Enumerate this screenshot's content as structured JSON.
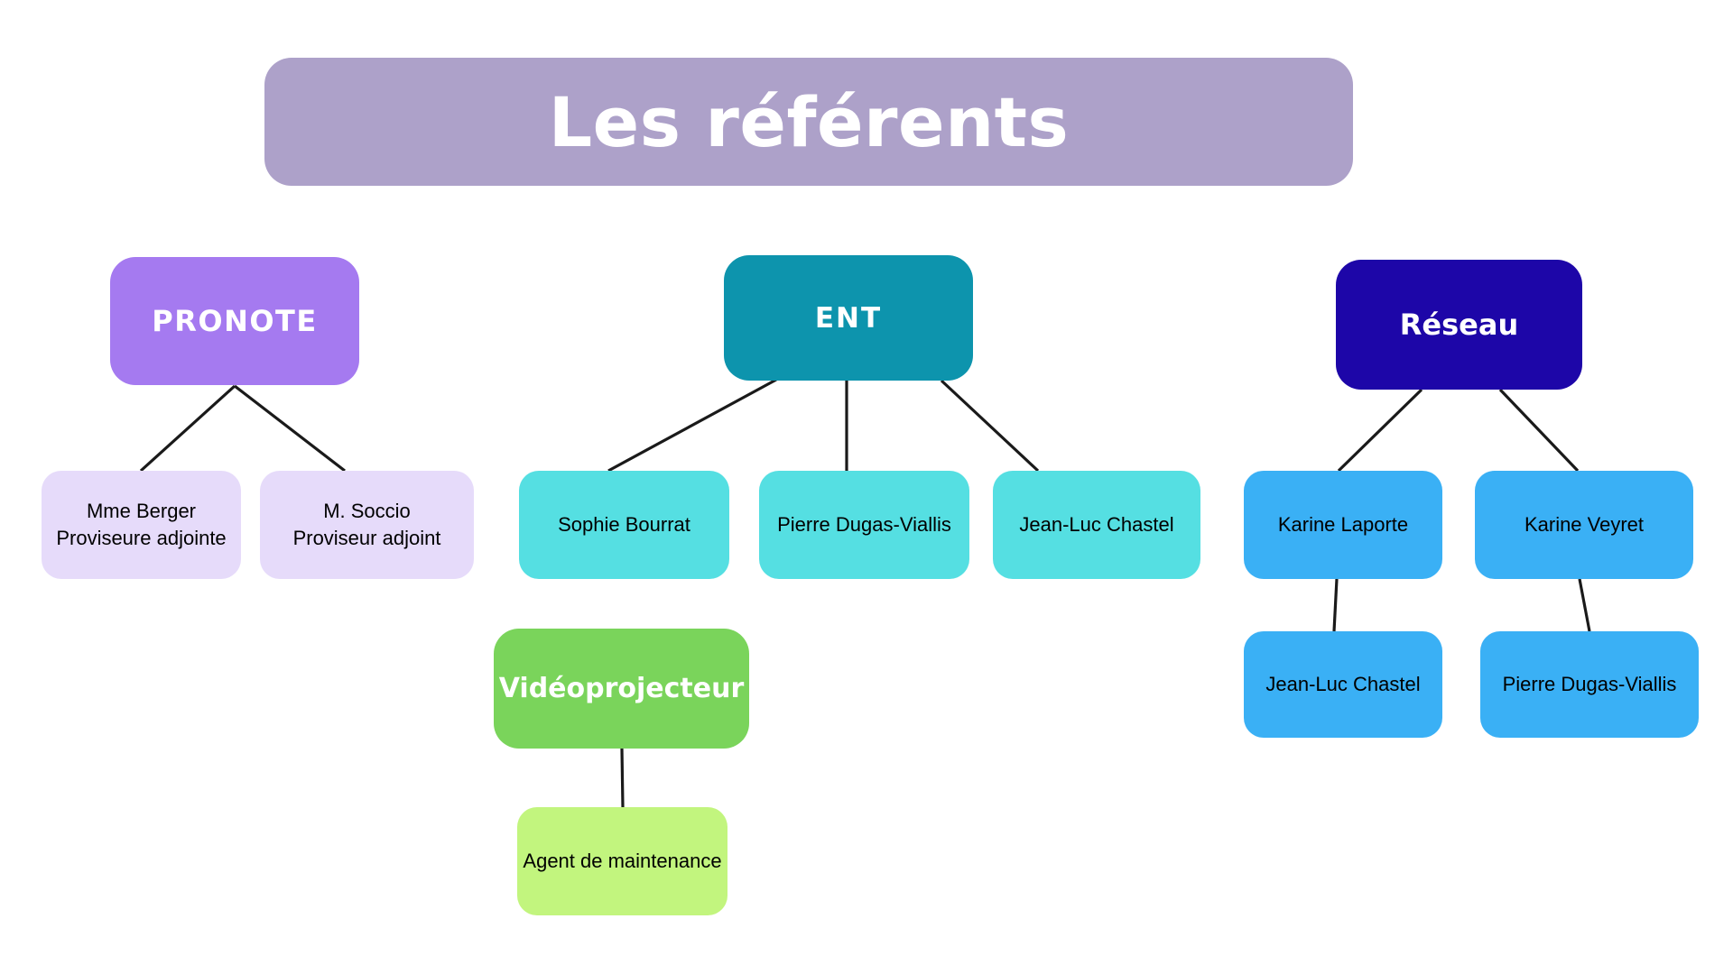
{
  "title": {
    "text": "Les référents"
  },
  "colors": {
    "background": "#ffffff",
    "title_bg": "#ada1c9",
    "pronote": "#a57af0",
    "pronote_child": "#e6dbfa",
    "ent": "#0d94ad",
    "ent_child": "#55dfe2",
    "reseau": "#1d06a8",
    "reseau_child": "#3ab0f5",
    "videoprojecteur": "#7ad45b",
    "videoprojecteur_child": "#c2f57e",
    "connector": "#1a1a1a",
    "text_on_dark": "#ffffff",
    "text_on_light": "#000000"
  },
  "nodes": {
    "pronote": {
      "label": "PRONOTE",
      "children": [
        {
          "line1": "Mme Berger",
          "line2": "Proviseure adjointe"
        },
        {
          "line1": "M. Soccio",
          "line2": "Proviseur adjoint"
        }
      ]
    },
    "ent": {
      "label": "ENT",
      "children": [
        "Sophie Bourrat",
        "Pierre Dugas-Viallis",
        "Jean-Luc Chastel"
      ]
    },
    "reseau": {
      "label": "Réseau",
      "children": [
        "Karine Laporte",
        "Karine Veyret"
      ],
      "grandchildren": [
        "Jean-Luc Chastel",
        "Pierre Dugas-Viallis"
      ]
    },
    "videoprojecteur": {
      "label": "Vidéoprojecteur",
      "children": [
        "Agent de maintenance"
      ]
    }
  }
}
